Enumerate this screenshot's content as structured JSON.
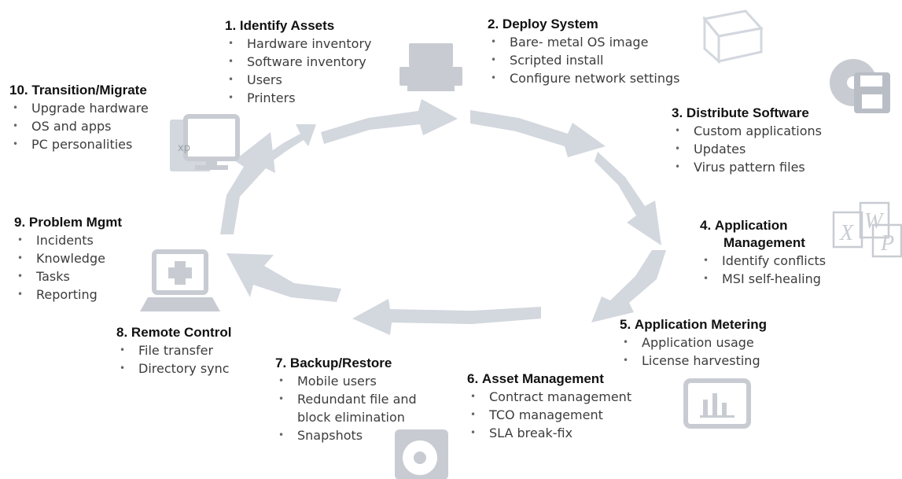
{
  "steps": [
    {
      "id": "identify",
      "number": "1.",
      "title": "Identify Assets",
      "items": [
        "Hardware inventory",
        "Software inventory",
        "Users",
        "Printers"
      ]
    },
    {
      "id": "deploy",
      "number": "2.",
      "title": "Deploy System",
      "items": [
        "Bare- metal OS image",
        "Scripted install",
        "Configure network settings"
      ]
    },
    {
      "id": "distribute",
      "number": "3.",
      "title": "Distribute Software",
      "items": [
        "Custom applications",
        "Updates",
        "Virus pattern files"
      ]
    },
    {
      "id": "appmgmt",
      "number": "4.",
      "title_lines": [
        "Application",
        "Management"
      ],
      "items": [
        "Identify conflicts",
        "MSI self-healing"
      ]
    },
    {
      "id": "metering",
      "number": "5.",
      "title": "Application Metering",
      "items": [
        "Application usage",
        "License harvesting"
      ]
    },
    {
      "id": "asset",
      "number": "6.",
      "title": "Asset Management",
      "items": [
        "Contract management",
        "TCO management",
        "SLA break-fix"
      ]
    },
    {
      "id": "backup",
      "number": "7.",
      "title": "Backup/Restore",
      "items": [
        "Mobile users",
        "Redundant file and",
        "block elimination",
        "Snapshots"
      ],
      "bullets": [
        true,
        true,
        false,
        true
      ]
    },
    {
      "id": "remote",
      "number": "8.",
      "title": "Remote Control",
      "items": [
        "File transfer",
        "Directory sync"
      ]
    },
    {
      "id": "problem",
      "number": "9.",
      "title": "Problem Mgmt",
      "items": [
        "Incidents",
        "Knowledge",
        "Tasks",
        "Reporting"
      ]
    },
    {
      "id": "transition",
      "number": "10.",
      "title": "Transition/Migrate",
      "items": [
        "Upgrade hardware",
        "OS and apps",
        "PC personalities"
      ]
    }
  ],
  "icons": {
    "xp_label": "xp",
    "word_letter": "W",
    "excel_letter": "X",
    "ppt_letter": "P"
  },
  "colors": {
    "arrow": "#d3d7de",
    "icon": "#c8ccd2",
    "text": "#1a1a1a"
  }
}
